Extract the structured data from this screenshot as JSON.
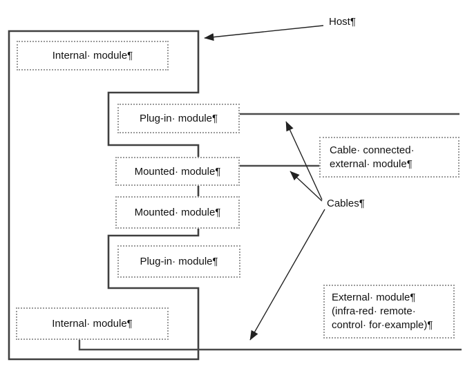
{
  "diagram": {
    "labels": {
      "host": "Host¶",
      "cables": "Cables¶"
    },
    "boxes": {
      "internal_top": {
        "label": "Internal· module¶"
      },
      "plugin_1": {
        "label": "Plug-in· module¶"
      },
      "mounted_1": {
        "label": "Mounted· module¶"
      },
      "mounted_2": {
        "label": "Mounted· module¶"
      },
      "plugin_2": {
        "label": "Plug-in· module¶"
      },
      "internal_bottom": {
        "label": "Internal· module¶"
      },
      "cable_connected_external": {
        "line1": "Cable· connected·",
        "line2": "external· module¶"
      },
      "external_module": {
        "line1": "External· module¶",
        "line2": "(infra-red· remote·",
        "line3": "control· for·example)¶"
      }
    },
    "colors": {
      "background": "#ffffff",
      "outline": "#3f3f3f",
      "cable": "#4a4a4a",
      "arrow": "#222222",
      "box_border": "#999999",
      "text": "#111111"
    }
  }
}
